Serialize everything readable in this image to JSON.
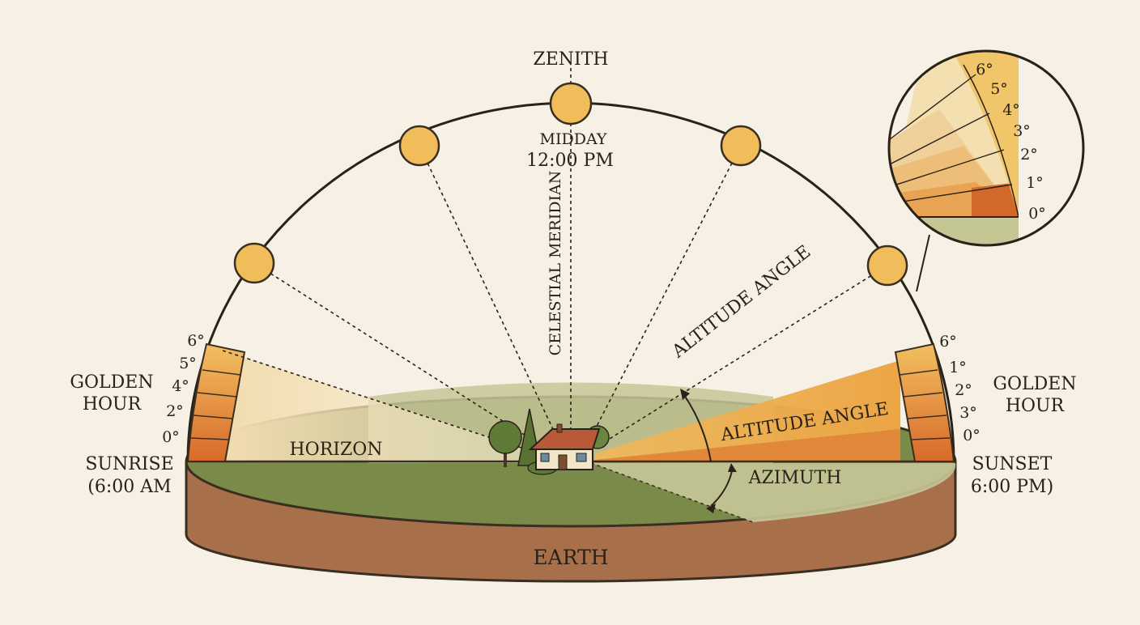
{
  "labels": {
    "zenith": "ZENITH",
    "midday": "MIDDAY",
    "midday_time": "12:00 PM",
    "celestial_meridian": "CELESTIAL MERIDIAN",
    "altitude_angle_sky": "ALTITUDE ANGLE",
    "altitude_angle_wedge": "ALTITUDE ANGLE",
    "horizon": "HORIZON",
    "azimuth": "AZIMUTH",
    "earth": "EARTH",
    "golden_hour_left_line1": "GOLDEN",
    "golden_hour_left_line2": "HOUR",
    "golden_hour_right_line1": "GOLDEN",
    "golden_hour_right_line2": "HOUR",
    "sunrise_line1": "SUNRISE",
    "sunrise_line2": "(6:00 AM",
    "sunset_line1": "SUNSET",
    "sunset_line2": "6:00 PM)"
  },
  "left_scale": [
    "6°",
    "5°",
    "4°",
    "2°",
    "0°"
  ],
  "right_scale": [
    "6°",
    "1°",
    "2°",
    "3°",
    "0°"
  ],
  "inset_scale": [
    "6°",
    "5°",
    "4°",
    "3°",
    "2°",
    "1°",
    "0°"
  ],
  "colors": {
    "background": "#f6f1e4",
    "sun": "#f0bd5a",
    "sun_stroke": "#3a2e22",
    "ground_green": "#7a8a48",
    "ground_light": "#c6c898",
    "earth_brown": "#a8704a",
    "golden_light": "#f2d9a0",
    "golden_mid": "#eeaa48",
    "golden_deep": "#d9742a"
  }
}
